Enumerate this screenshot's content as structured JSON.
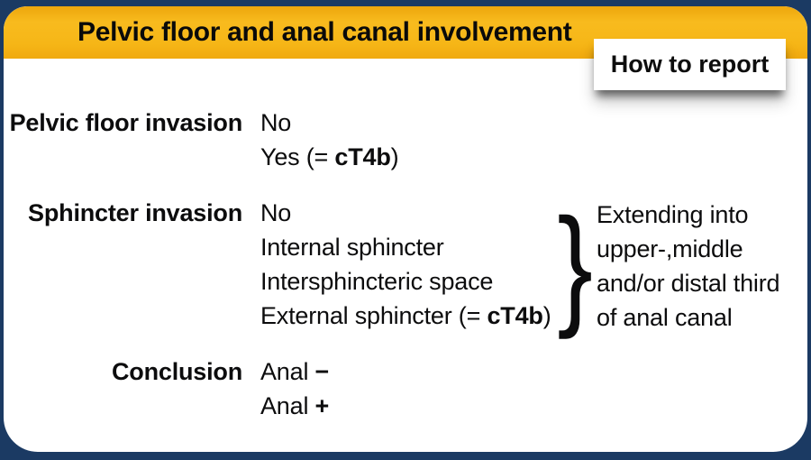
{
  "title": "Pelvic floor and anal canal involvement",
  "badge": {
    "label": "How to report"
  },
  "colors": {
    "navy": "#1b3a63",
    "yellow": "#f6b617",
    "text": "#0c0c0d"
  },
  "table": {
    "rows": [
      {
        "label": "Pelvic floor invasion",
        "options": [
          {
            "pre": "No",
            "bold": "",
            "post": ""
          },
          {
            "pre": "Yes (= ",
            "bold": "cT4b",
            "post": ")"
          }
        ]
      },
      {
        "label": "Sphincter invasion",
        "options": [
          {
            "pre": "No",
            "bold": "",
            "post": ""
          },
          {
            "pre": "Internal sphincter",
            "bold": "",
            "post": ""
          },
          {
            "pre": "Intersphincteric space",
            "bold": "",
            "post": ""
          },
          {
            "pre": "External sphincter (= ",
            "bold": "cT4b",
            "post": ")"
          }
        ]
      },
      {
        "label": "Conclusion",
        "options": [
          {
            "pre": "Anal ",
            "bold": "−",
            "post": ""
          },
          {
            "pre": "Anal ",
            "bold": "+",
            "post": ""
          }
        ]
      }
    ]
  },
  "annotation": {
    "brace": "}",
    "lines": [
      "Extending into",
      "upper-,middle",
      "and/or distal third",
      "of anal canal"
    ]
  }
}
